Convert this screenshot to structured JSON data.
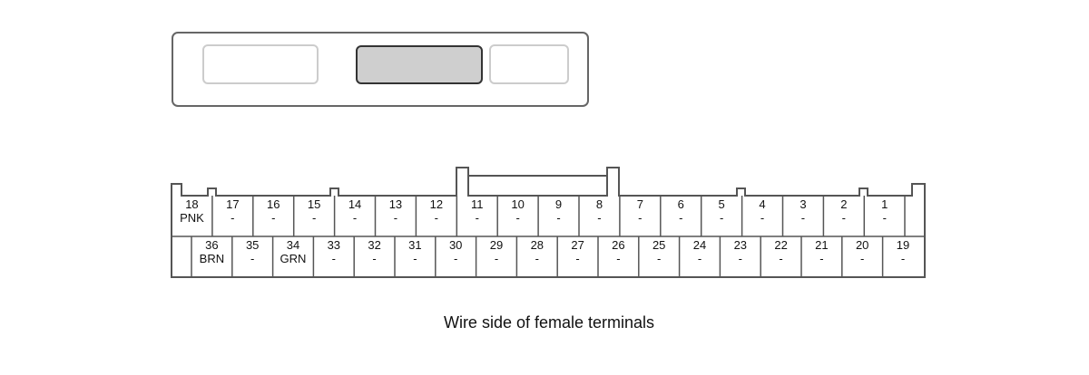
{
  "caption": "Wire side of female terminals",
  "top_row": [
    {
      "pin": "18",
      "wire": "PNK"
    },
    {
      "pin": "17",
      "wire": "-"
    },
    {
      "pin": "16",
      "wire": "-"
    },
    {
      "pin": "15",
      "wire": "-"
    },
    {
      "pin": "14",
      "wire": "-"
    },
    {
      "pin": "13",
      "wire": "-"
    },
    {
      "pin": "12",
      "wire": "-"
    },
    {
      "pin": "11",
      "wire": "-"
    },
    {
      "pin": "10",
      "wire": "-"
    },
    {
      "pin": "9",
      "wire": "-"
    },
    {
      "pin": "8",
      "wire": "-"
    },
    {
      "pin": "7",
      "wire": "-"
    },
    {
      "pin": "6",
      "wire": "-"
    },
    {
      "pin": "5",
      "wire": "-"
    },
    {
      "pin": "4",
      "wire": "-"
    },
    {
      "pin": "3",
      "wire": "-"
    },
    {
      "pin": "2",
      "wire": "-"
    },
    {
      "pin": "1",
      "wire": "-"
    }
  ],
  "bottom_row": [
    {
      "pin": "36",
      "wire": "BRN"
    },
    {
      "pin": "35",
      "wire": "-"
    },
    {
      "pin": "34",
      "wire": "GRN"
    },
    {
      "pin": "33",
      "wire": "-"
    },
    {
      "pin": "32",
      "wire": "-"
    },
    {
      "pin": "31",
      "wire": "-"
    },
    {
      "pin": "30",
      "wire": "-"
    },
    {
      "pin": "29",
      "wire": "-"
    },
    {
      "pin": "28",
      "wire": "-"
    },
    {
      "pin": "27",
      "wire": "-"
    },
    {
      "pin": "26",
      "wire": "-"
    },
    {
      "pin": "25",
      "wire": "-"
    },
    {
      "pin": "24",
      "wire": "-"
    },
    {
      "pin": "23",
      "wire": "-"
    },
    {
      "pin": "22",
      "wire": "-"
    },
    {
      "pin": "21",
      "wire": "-"
    },
    {
      "pin": "20",
      "wire": "-"
    },
    {
      "pin": "19",
      "wire": "-"
    }
  ],
  "colors": {
    "outline": "#555555",
    "light_outline": "#c8c8c8",
    "highlight_fill": "#cfcfcf",
    "housing_fill": "#ffffff"
  }
}
